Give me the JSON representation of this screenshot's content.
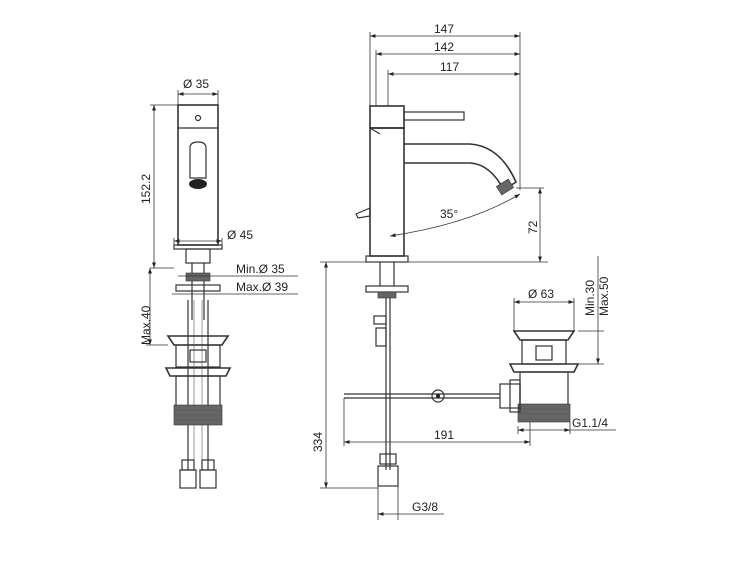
{
  "front_view": {
    "dia_top": "Ø 35",
    "height": "152.2",
    "dia_base": "Ø 45",
    "min_hole": "Min.Ø 35",
    "max_hole": "Max.Ø 39",
    "max_deck": "Max.40"
  },
  "side_view": {
    "len_147": "147",
    "len_142": "142",
    "len_117": "117",
    "angle": "35°",
    "height_72": "72",
    "height_334": "334",
    "len_191": "191",
    "thread_g38": "G3/8"
  },
  "waste_view": {
    "dia_63": "Ø 63",
    "min30": "Min.30",
    "max50": "Max.50",
    "thread_g114": "G1.1/4"
  }
}
